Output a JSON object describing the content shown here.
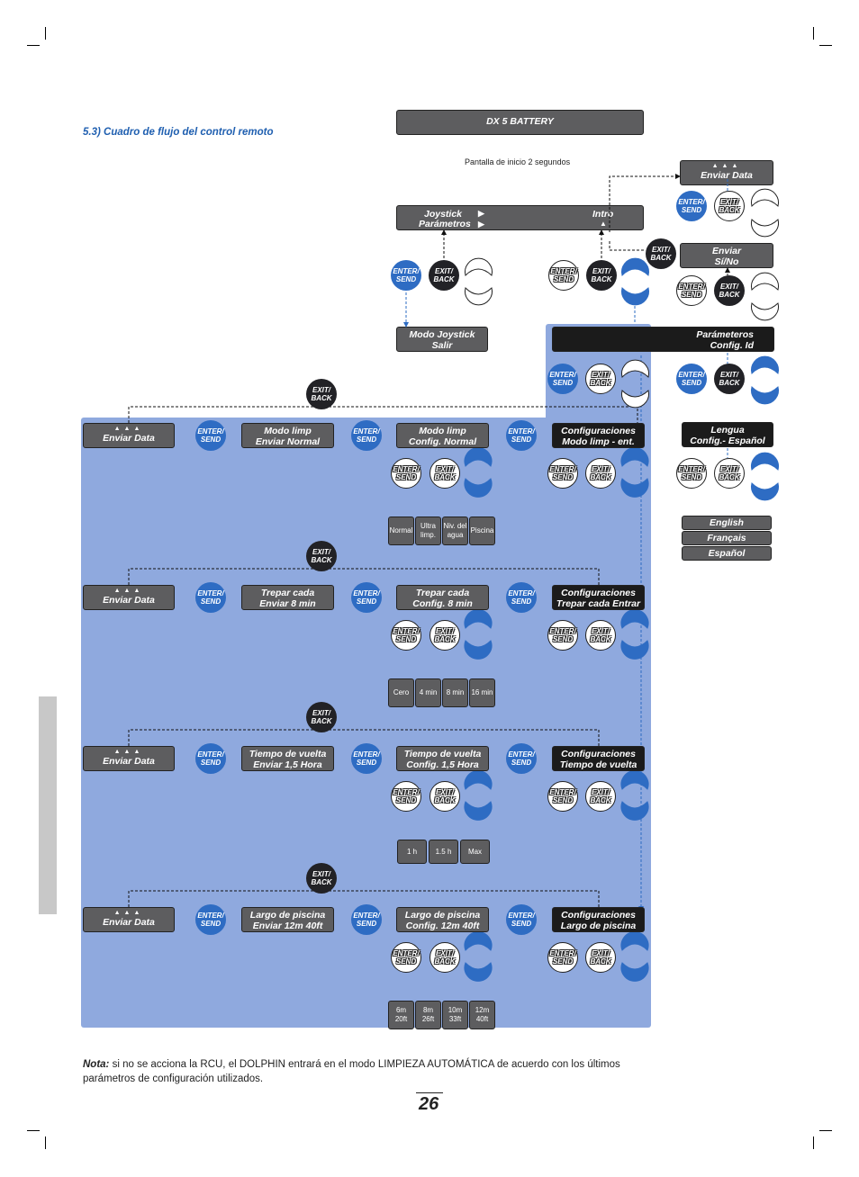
{
  "section_title": "5.3) Cuadro de flujo del control remoto",
  "header_box": "DX 5 BATTERY",
  "startup_caption": "Pantalla de inicio 2 segundos",
  "main_menu": {
    "line1_left": "Joystick",
    "line1_right": "Intro",
    "line2_left": "Parámetros"
  },
  "joystick_box": {
    "line1": "Modo Joystick",
    "line2": "Salir"
  },
  "enviar_data_top": "Enviar Data",
  "enviar_sino": {
    "line1": "Enviar",
    "line2": "Sí/No"
  },
  "parametros_box": {
    "line1": "Parámeteros",
    "line2": "Config.  Id"
  },
  "lengua_box": {
    "line1": "Lengua",
    "line2": "Config.- Español"
  },
  "languages": [
    "English",
    "Français",
    "Español"
  ],
  "buttons": {
    "enter1": "ENTER/",
    "enter2": "SEND",
    "exit1": "EXIT/",
    "exit2": "BACK"
  },
  "rows": [
    {
      "enviar": "Enviar Data",
      "send_l1": "Modo limp",
      "send_l2": "Enviar        Normal",
      "config_l1": "Modo limp",
      "config_l2": "Config.      Normal",
      "settings_l1": "Configuraciones",
      "settings_l2": "Modo limp - ent.",
      "options": [
        [
          "Normal"
        ],
        [
          "Ultra",
          "limp."
        ],
        [
          "Niv. del",
          "agua"
        ],
        [
          "Piscina"
        ]
      ]
    },
    {
      "enviar": "Enviar Data",
      "send_l1": "Trepar cada",
      "send_l2": "Enviar         8 min",
      "config_l1": "Trepar cada",
      "config_l2": "Config.          8 min",
      "settings_l1": "Configuraciones",
      "settings_l2": "Trepar cada     Entrar",
      "options": [
        [
          "Cero"
        ],
        [
          "4 min"
        ],
        [
          "8 min"
        ],
        [
          "16 min"
        ]
      ]
    },
    {
      "enviar": "Enviar Data",
      "send_l1": "Tiempo de vuelta",
      "send_l2": "Enviar      1,5 Hora",
      "config_l1": "Tiempo de vuelta",
      "config_l2": "Config.      1,5 Hora",
      "settings_l1": "Configuraciones",
      "settings_l2": "Tiempo de vuelta",
      "options": [
        [
          "1 h"
        ],
        [
          "1.5 h"
        ],
        [
          "Max"
        ]
      ]
    },
    {
      "enviar": "Enviar Data",
      "send_l1": "Largo de piscina",
      "send_l2": "Enviar      12m 40ft",
      "config_l1": "Largo de piscina",
      "config_l2": "Config.      12m 40ft",
      "settings_l1": "Configuraciones",
      "settings_l2": "Largo de piscina",
      "options": [
        [
          "6m",
          "20ft"
        ],
        [
          "8m",
          "26ft"
        ],
        [
          "10m",
          "33ft"
        ],
        [
          "12m",
          "40ft"
        ]
      ]
    }
  ],
  "note_label": "Nota:",
  "note_text": " si no se acciona la RCU, el DOLPHIN entrará en el modo LIMPIEZA AUTOMÁTICA de acuerdo con los últimos parámetros de configuración utilizados.",
  "page_number": "26",
  "colors": {
    "panel": "#8fa9de",
    "button_blue": "#2e6cc3",
    "box_grey": "#5d5d5f",
    "title_blue": "#1f5fb0",
    "side_bar": "#c8c8c8"
  }
}
